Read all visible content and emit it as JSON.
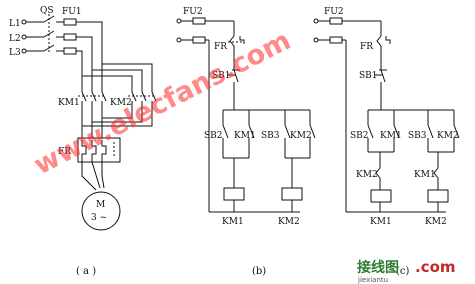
{
  "panel_a": {
    "lines": [
      "L1",
      "L2",
      "L3"
    ],
    "qs": "QS",
    "fuse": "FU1",
    "km1": "KM1",
    "km2": "KM2",
    "fr": "FR",
    "motor_letter": "M",
    "motor_phase": "3 ~",
    "caption": "( a )"
  },
  "panel_b": {
    "fuse": "FU2",
    "fr": "FR",
    "sb1": "SB1",
    "sb2": "SB2",
    "km1_contact": "KM1",
    "sb3": "SB3",
    "km2_contact": "KM2",
    "coil1": "KM1",
    "coil2": "KM2",
    "caption": "(b)"
  },
  "panel_c": {
    "fuse": "FU2",
    "fr": "FR",
    "sb1": "SB1",
    "sb2": "SB2",
    "km1_contact": "KM1",
    "sb3": "SB3",
    "km2_contact": "KM2",
    "interlock_left": "KM2",
    "interlock_right": "KM1",
    "coil1": "KM1",
    "coil2": "KM2",
    "caption": "(c)"
  },
  "watermark": "www.elecfans.com",
  "logo": {
    "cn": "接线图",
    "com": ".com",
    "sub": "jiexiantu"
  },
  "colors": {
    "line": "#111111",
    "watermark": "#ff2a2a",
    "logo_text": "#2e7d32",
    "logo_com": "#c62828"
  }
}
